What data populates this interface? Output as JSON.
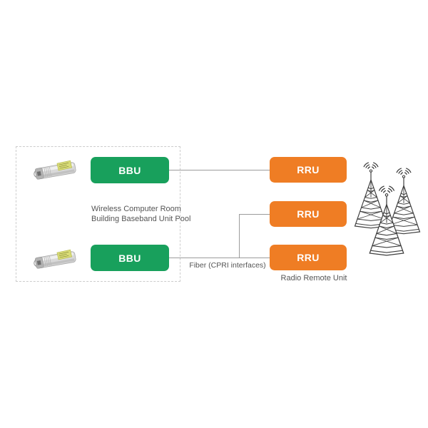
{
  "diagram": {
    "pool": {
      "caption_line1": "Wireless Computer Room",
      "caption_line2": "Building Baseband Unit Pool",
      "bbu_nodes": [
        {
          "label": "BBU"
        },
        {
          "label": "BBU"
        }
      ]
    },
    "rru_nodes": [
      {
        "label": "RRU"
      },
      {
        "label": "RRU"
      },
      {
        "label": "RRU"
      }
    ],
    "rru_caption": "Radio Remote Unit",
    "fiber_link_label": "Fiber (CPRI interfaces)",
    "icons": {
      "transceiver": "sfp-optical-transceiver",
      "towers": "cell-towers"
    },
    "colors": {
      "bbu_green": "#18A05C",
      "rru_orange": "#EF7D24",
      "connector_line": "#9B9B9B",
      "dashed_border": "#CCCCCC",
      "caption_text": "#555555"
    }
  }
}
